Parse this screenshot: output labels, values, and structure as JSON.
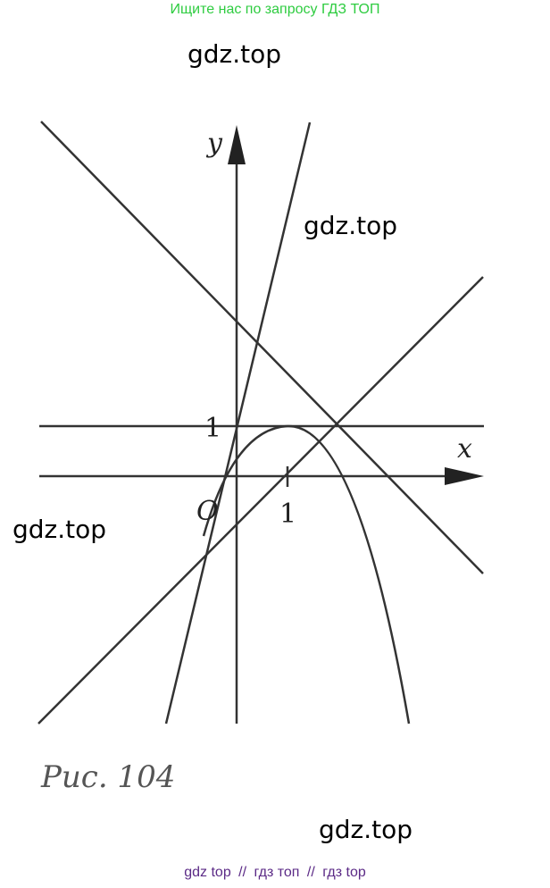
{
  "banner": {
    "text": "Ищите нас по запросу ГДЗ ТОП",
    "color": "#2ecc40"
  },
  "watermarks": [
    "gdz.top",
    "gdz.top",
    "gdz.top",
    "gdz.top"
  ],
  "figure": {
    "caption": "Рис. 104",
    "labels": {
      "y_axis": "y",
      "x_axis": "x",
      "origin": "O",
      "y_tick": "1",
      "x_tick": "1"
    }
  },
  "footer": {
    "links": [
      "gdz top",
      "гдз топ",
      "гдз top"
    ],
    "separator": "//",
    "color": "#5b2a86"
  }
}
